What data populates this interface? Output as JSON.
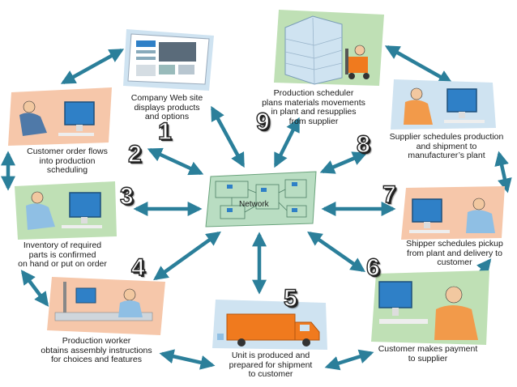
{
  "colors": {
    "arrow": "#2b7f9a",
    "network_fill": "#b9ddc2",
    "scene_green": "#bfe0b5",
    "scene_peach": "#f6c7aa",
    "scene_blue": "#cfe3f1",
    "monitor": "#2f80c7",
    "truck": "#f07a1e",
    "figure_blue": "#8fbfe4",
    "figure_orange": "#f29a4a"
  },
  "network": {
    "label": "Network"
  },
  "steps": [
    {
      "number": "1",
      "icon": "company-web-site-screen-icon",
      "caption": [
        "Company Web site",
        "displays products",
        "and options"
      ]
    },
    {
      "number": "2",
      "icon": "customer-at-computer-icon",
      "caption": [
        "Customer order flows",
        "into production",
        "scheduling"
      ]
    },
    {
      "number": "3",
      "icon": "inventory-clerk-at-computer-icon",
      "caption": [
        "Inventory of required",
        "parts is confirmed",
        "on hand or put on order"
      ]
    },
    {
      "number": "4",
      "icon": "production-worker-icon",
      "caption": [
        "Production worker",
        "obtains assembly instructions",
        "for choices and features"
      ]
    },
    {
      "number": "5",
      "icon": "delivery-truck-icon",
      "caption": [
        "Unit is produced and",
        "prepared for shipment",
        "to customer"
      ]
    },
    {
      "number": "6",
      "icon": "customer-paying-icon",
      "caption": [
        "Customer makes payment",
        "to supplier"
      ]
    },
    {
      "number": "7",
      "icon": "shipper-at-computer-icon",
      "caption": [
        "Shipper schedules pickup",
        "from plant and delivery to",
        "customer"
      ]
    },
    {
      "number": "8",
      "icon": "supplier-at-computer-icon",
      "caption": [
        "Supplier schedules production",
        "and shipment to",
        "manufacturer’s plant"
      ]
    },
    {
      "number": "9",
      "icon": "factory-forklift-icon",
      "caption": [
        "Production scheduler",
        "plans materials movements",
        "in plant and resupplies",
        "from supplier"
      ]
    }
  ]
}
